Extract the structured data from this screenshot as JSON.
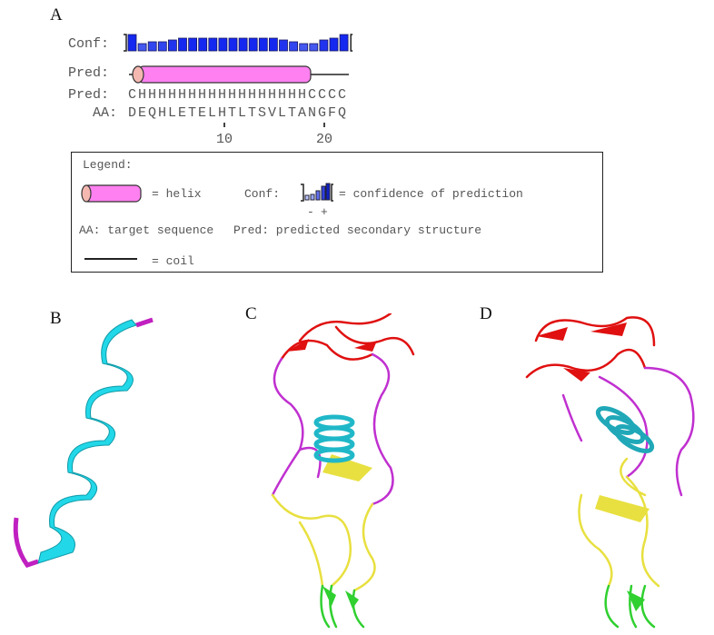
{
  "panels": {
    "a": "A",
    "b": "B",
    "c": "C",
    "d": "D"
  },
  "psipred": {
    "conf_label": "Conf:",
    "pred_label": "Pred:",
    "pred_seq_label": "Pred:",
    "aa_label": "AA:",
    "pred_sequence": "CHHHHHHHHHHHHHHHHHCCCC",
    "aa_sequence": "DEQHLETELHTLTSVLTANGFQ",
    "confidence": [
      9,
      4,
      5,
      5,
      6,
      7,
      7,
      7,
      7,
      7,
      7,
      7,
      7,
      7,
      7,
      6,
      5,
      4,
      4,
      6,
      7,
      9
    ],
    "ticks": [
      "10",
      "20"
    ],
    "helix_color": "#ff80f0",
    "bar_color": "#2a3cf0"
  },
  "legend": {
    "title": "Legend:",
    "helix": "= helix",
    "conf_label": "Conf:",
    "conf_desc": "= confidence of prediction",
    "minus": "-",
    "plus": "+",
    "aa_desc": "AA: target sequence",
    "pred_desc": "Pred: predicted secondary structure",
    "coil": "= coil"
  }
}
